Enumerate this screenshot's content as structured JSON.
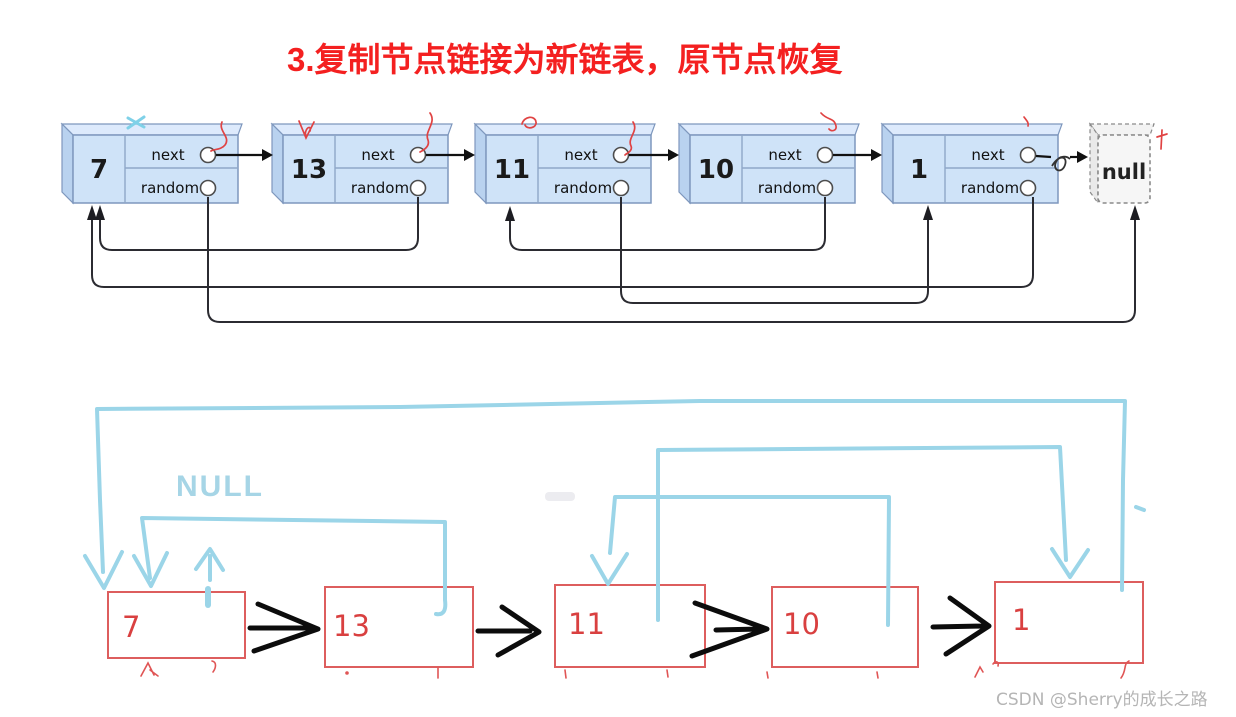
{
  "title": {
    "text": "3.复制节点链接为新链表，原节点恢复"
  },
  "top_list": {
    "field_next": "next",
    "field_random": "random",
    "null_label": "null",
    "nodes": [
      {
        "value": "7"
      },
      {
        "value": "13"
      },
      {
        "value": "11"
      },
      {
        "value": "10"
      },
      {
        "value": "1"
      }
    ],
    "next_order": [
      "7",
      "13",
      "11",
      "10",
      "1",
      "null"
    ],
    "random_edges": [
      {
        "from": "7",
        "to": "null"
      },
      {
        "from": "13",
        "to": "7"
      },
      {
        "from": "11",
        "to": "1"
      },
      {
        "from": "10",
        "to": "11"
      },
      {
        "from": "1",
        "to": "7"
      }
    ]
  },
  "bottom_list": {
    "null_label": "NULL",
    "nodes": [
      {
        "value": "7"
      },
      {
        "value": "13"
      },
      {
        "value": "11"
      },
      {
        "value": "10"
      },
      {
        "value": "1"
      }
    ],
    "random_edges": [
      {
        "from": "7",
        "to": "NULL"
      },
      {
        "from": "13",
        "to": "7"
      },
      {
        "from": "11",
        "to": "1"
      },
      {
        "from": "10",
        "to": "11"
      },
      {
        "from": "1",
        "to": "7"
      }
    ]
  },
  "watermark": {
    "text": "CSDN @Sherry的成长之路"
  },
  "colors": {
    "title_red": "#f42020",
    "node_fill": "#cfe3f8",
    "node_border": "#7e97bd",
    "pointer_black": "#1d1d22",
    "box_red": "#dd5e5e",
    "pen_cyan": "#9bd5e8",
    "pen_red": "#e04343",
    "watermark_gray": "#b5b5b5"
  }
}
